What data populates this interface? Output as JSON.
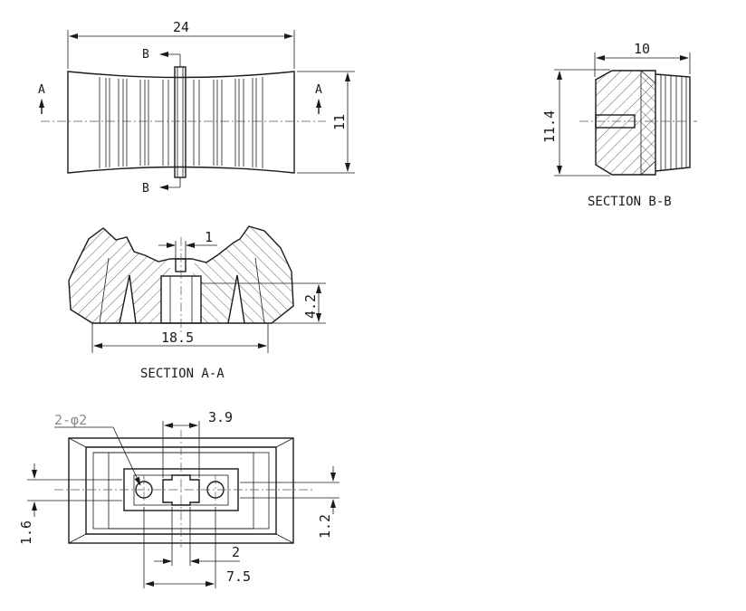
{
  "views": {
    "top": {
      "dim_length": "24",
      "dim_height": "11",
      "section_b_top": "B",
      "section_b_bottom": "B",
      "section_a_left": "A",
      "section_a_right": "A"
    },
    "section_aa": {
      "dim_slot": "1",
      "dim_depth": "4.2",
      "dim_width": "18.5",
      "caption": "SECTION A-A"
    },
    "section_bb": {
      "dim_width": "10",
      "dim_height": "11.4",
      "caption": "SECTION B-B"
    },
    "bottom": {
      "hole_callout": "2-φ2",
      "dim_center_width": "3.9",
      "dim_left_offset": "1.6",
      "dim_right_offset": "1.2",
      "dim_slot": "2",
      "dim_hole_spacing": "7.5"
    }
  }
}
